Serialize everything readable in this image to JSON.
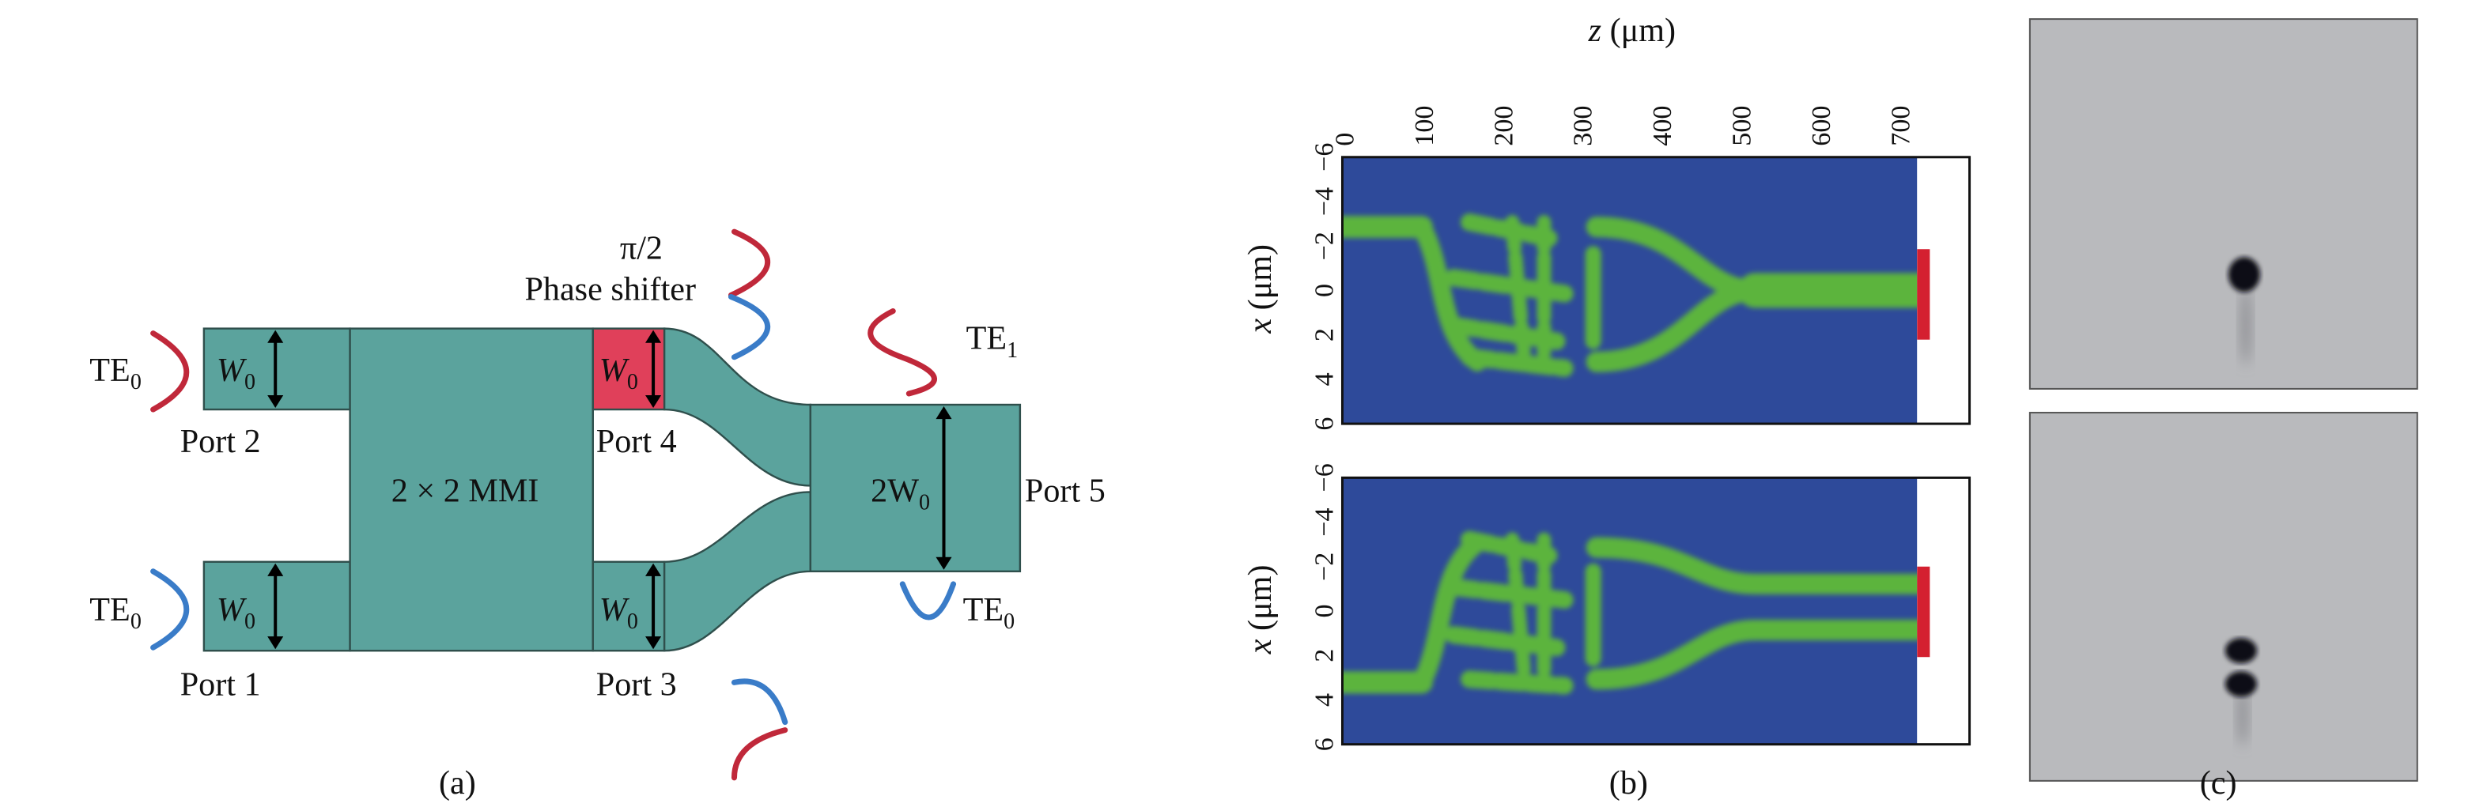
{
  "panel_a": {
    "caption": "(a)",
    "port1": "Port 1",
    "port2": "Port 2",
    "port3": "Port 3",
    "port4": "Port 4",
    "port5": "Port 5",
    "mmi": "2 × 2 MMI",
    "phase_value": "π/2",
    "phase_label": "Phase shifter",
    "w0": "W",
    "w0_sub": "0",
    "two_w0": "2W",
    "te0": "TE",
    "te0_sub": "0",
    "te1": "TE",
    "te1_sub": "1",
    "colors": {
      "waveguide": "#5ba39d",
      "phase_shifter": "#e0405a",
      "mode_red": "#c0283a",
      "mode_blue": "#3a7cc8"
    }
  },
  "panel_b": {
    "caption": "(b)",
    "xlabel_var": "z",
    "xlabel_unit": " (μm)",
    "ylabel_var": "x",
    "ylabel_unit": " (μm)",
    "z_ticks": [
      "0",
      "100",
      "200",
      "300",
      "400",
      "500",
      "600",
      "700"
    ],
    "x_ticks": [
      "−6",
      "−4",
      "−2",
      "0",
      "2",
      "4",
      "6"
    ],
    "z_range": [
      0,
      750
    ],
    "x_range": [
      -6,
      6
    ],
    "colors": {
      "background": "#2e4a9a",
      "field": "#5cb43c",
      "peak": "#e8662a",
      "marker": "#d42030"
    }
  },
  "panel_c": {
    "caption": "(c)"
  }
}
